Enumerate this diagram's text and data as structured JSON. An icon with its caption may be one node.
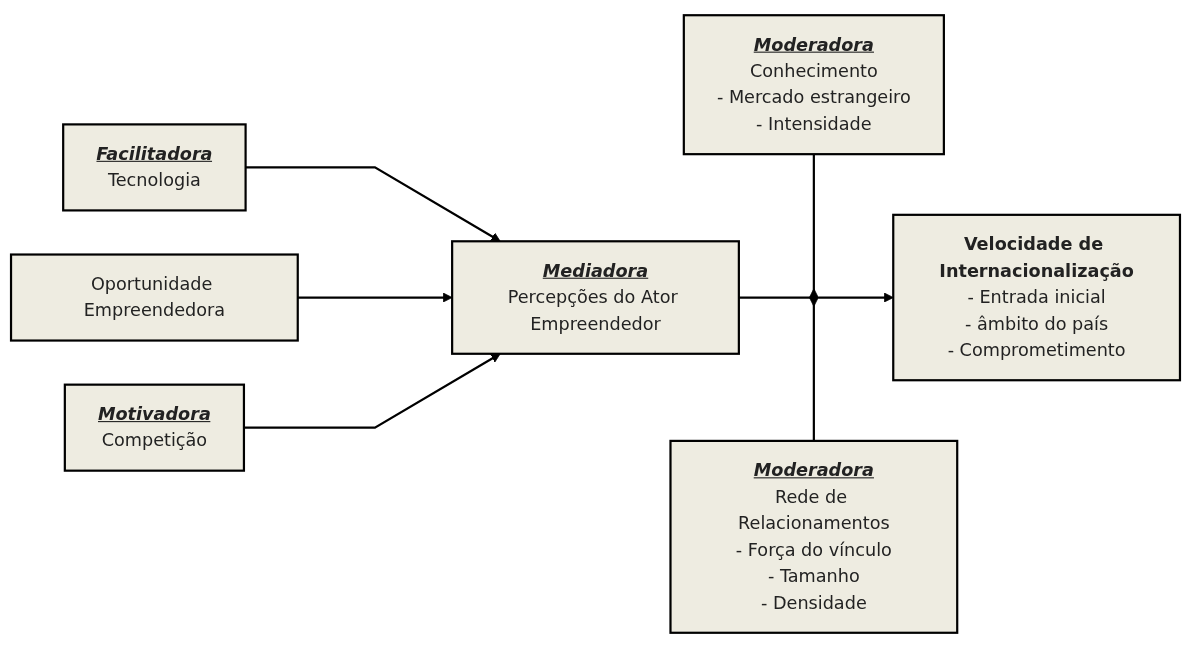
{
  "diagram": {
    "nodes": [
      {
        "text": [
          "Facilitadora",
          "Tecnologia"
        ]
      },
      {
        "text": [
          "Moderadora",
          "Conhecimento",
          "- Mercado estrangeiro",
          "- Intensidade"
        ]
      },
      {
        "text": [
          "Oportunidade Empreendedora"
        ]
      },
      {
        "text": [
          "Mediadora",
          "Percepções do Ator Empreendedor"
        ]
      },
      {
        "text": [
          "Velocidade de Internacionalização",
          "- Entrada inicial",
          "- âmbito do país",
          "- Comprometimento"
        ]
      },
      {
        "text": [
          "Motivadora",
          "Competição"
        ]
      },
      {
        "text": [
          "Moderadora",
          "Rede de Relacionamentos",
          "- Força do vínculo",
          "- Tamanho",
          "- Densidade"
        ]
      }
    ],
    "edges": [
      {
        "from": 0,
        "to": 3,
        "arrow": "to"
      },
      {
        "from": 2,
        "to": 3,
        "arrow": "to"
      },
      {
        "from": 5,
        "to": 3,
        "arrow": "to"
      },
      {
        "from": 3,
        "to": 4,
        "arrow": "to"
      },
      {
        "from": 1,
        "to": null,
        "arrow": "to"
      },
      {
        "from": 6,
        "to": null,
        "arrow": "to"
      }
    ]
  }
}
